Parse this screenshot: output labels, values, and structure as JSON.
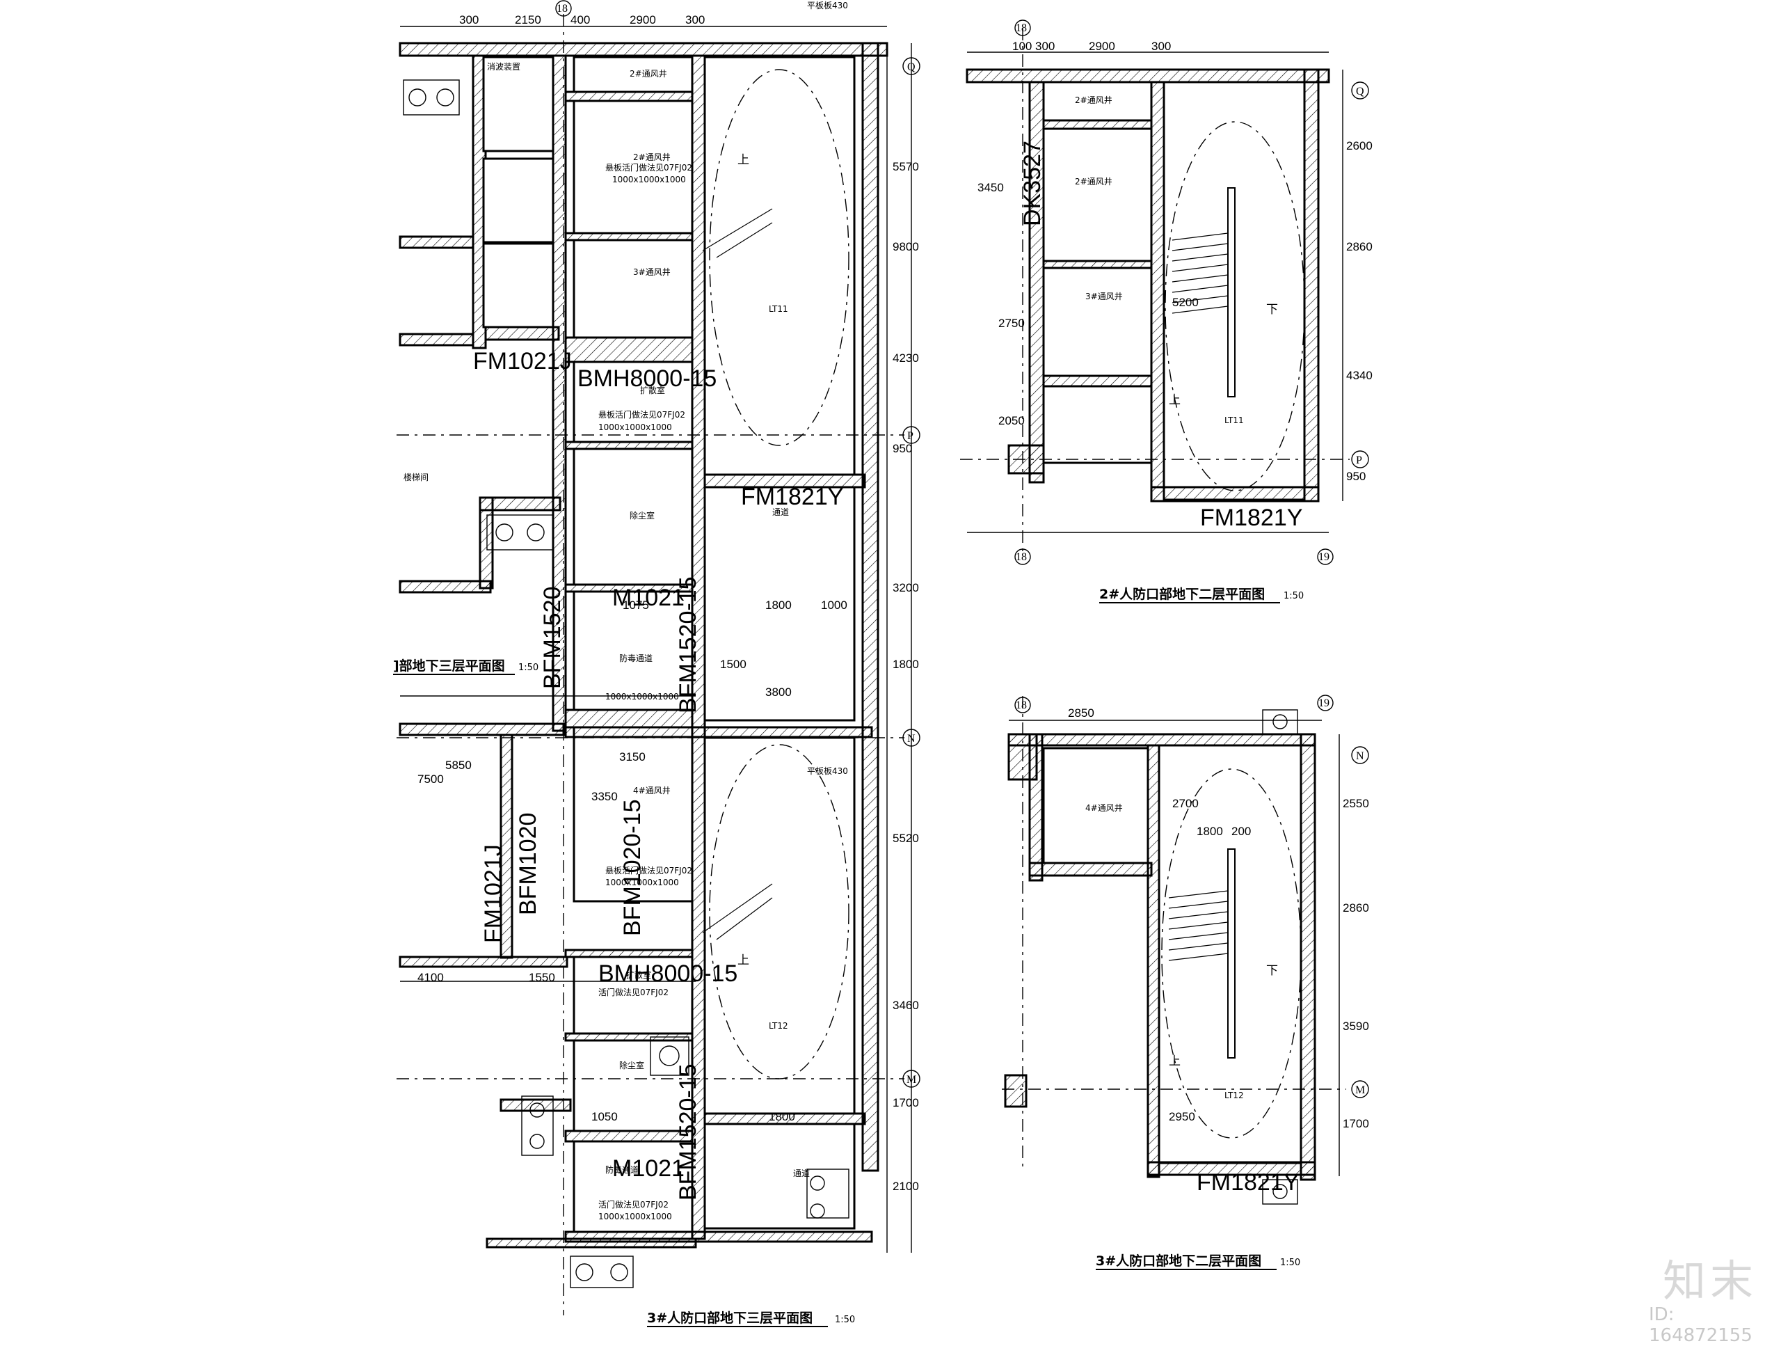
{
  "plans": [
    {
      "title": "3#人防口部地下三层平面图",
      "scale": "1:50"
    },
    {
      "title": "2#人防口部地下二层平面图",
      "scale": "1:50"
    },
    {
      "title": "3#人防口部地下二层平面图",
      "scale": "1:50"
    },
    {
      "title": "]部地下三层平面图",
      "scale": "1:50"
    }
  ],
  "axes": [
    "Q",
    "P",
    "N",
    "M",
    "18",
    "19"
  ],
  "doors": [
    "FM1021J",
    "BMH8000-15",
    "FM1821Y",
    "M1021",
    "BFM1520",
    "BFM1520-15",
    "BFM1020",
    "BFM1020-15",
    "FM1021J",
    "DK3527",
    "FM1821Y",
    "FM1821Y",
    "M1021",
    "BMH8000-15",
    "BFM1520-15"
  ],
  "stairs": [
    "LT11",
    "LT12",
    "LT11",
    "LT12"
  ],
  "stair_marks": [
    "上",
    "下"
  ],
  "dimensions": {
    "top_left": [
      "300",
      "2150",
      "400",
      "2900",
      "300"
    ],
    "top_right": [
      "100",
      "300",
      "2900",
      "300"
    ],
    "right_left_plan": [
      "5570",
      "9800",
      "4230",
      "950",
      "3200",
      "1800",
      "5520",
      "3460",
      "1700",
      "2100"
    ],
    "right_top_plan": [
      "2600",
      "2860",
      "4340",
      "950"
    ],
    "right_bottom_plan": [
      "2550",
      "2860",
      "3590",
      "1700"
    ],
    "bottom_row": [
      "1075",
      "1800",
      "1000",
      "3800",
      "5850",
      "7500",
      "4100",
      "1550",
      "3150",
      "1050",
      "1800"
    ],
    "misc": [
      "3450",
      "2750",
      "2050",
      "5200",
      "2700",
      "1800",
      "200",
      "2950",
      "3350",
      "2850",
      "1500"
    ]
  },
  "room_labels": [
    "2#通风井",
    "3#通风井",
    "4#通风井",
    "扩散室",
    "除尘室",
    "防毒通道",
    "通道",
    "楼梯间"
  ],
  "equipment_notes": [
    "悬板活门做法见07FJ02",
    "1000x1000x1000",
    "活门做法见07FJ02",
    "消波装置"
  ],
  "note": "平板板430",
  "watermark": {
    "logo": "知末",
    "id": "ID: 164872155"
  }
}
